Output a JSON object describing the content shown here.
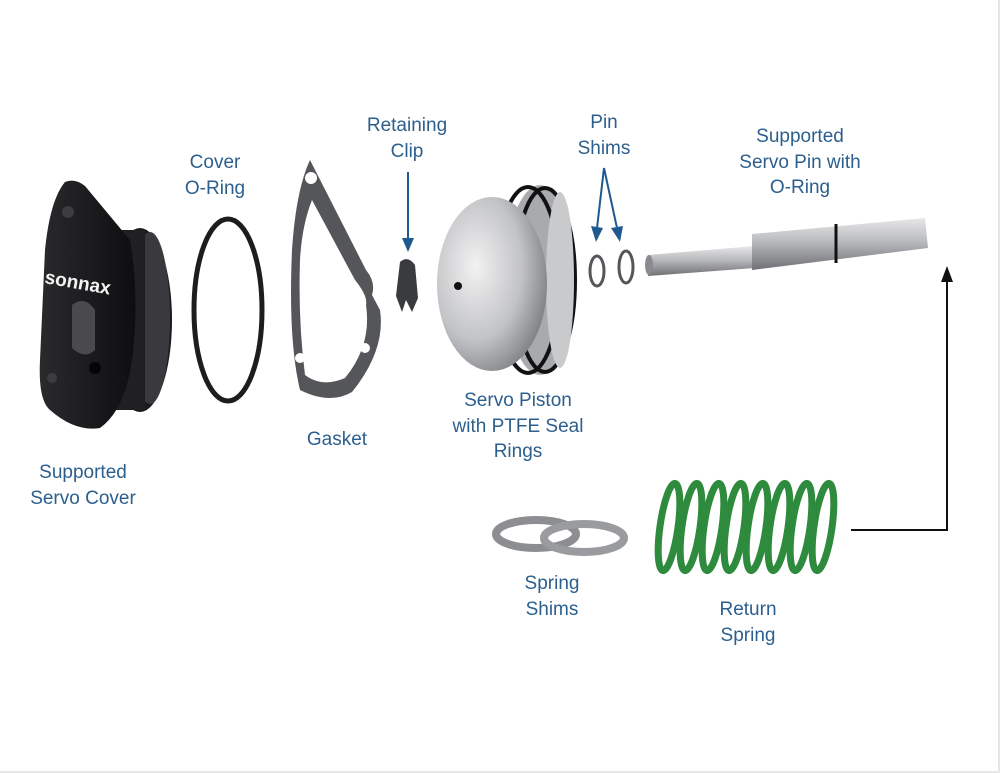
{
  "brand_logo": "sonnax",
  "labels": {
    "cover_oring": [
      "Cover",
      "O-Ring"
    ],
    "retaining_clip": [
      "Retaining",
      "Clip"
    ],
    "pin_shims": [
      "Pin",
      "Shims"
    ],
    "servo_pin": [
      "Supported",
      "Servo Pin with",
      "O-Ring"
    ],
    "servo_cover": [
      "Supported",
      "Servo Cover"
    ],
    "gasket": [
      "Gasket"
    ],
    "servo_piston": [
      "Servo Piston",
      "with PTFE Seal",
      "Rings"
    ],
    "spring_shims": [
      "Spring",
      "Shims"
    ],
    "return_spring": [
      "Return",
      "Spring"
    ]
  },
  "colors": {
    "label": "#2c5f8e",
    "spring": "#2e8a3c",
    "cover": "#1b1b1d",
    "arrow_blue": "#1f5a8e"
  }
}
